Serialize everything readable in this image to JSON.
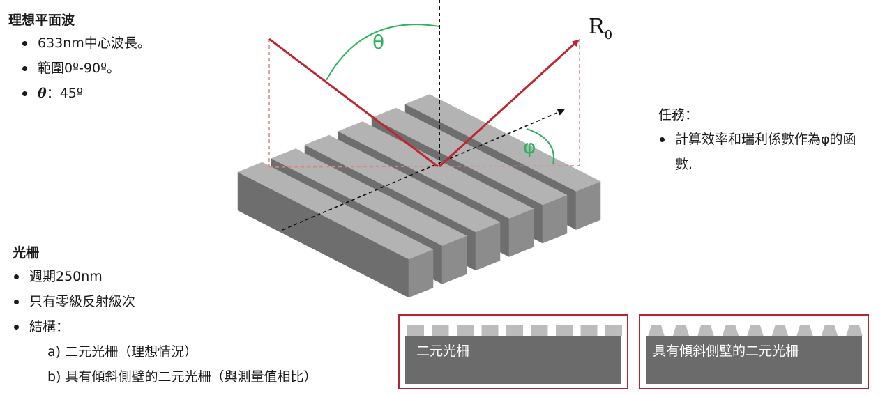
{
  "plane_wave": {
    "title": "理想平面波",
    "items": [
      "633nm中心波長。",
      "範圍0º-90º。"
    ],
    "theta_symbol": "θ",
    "theta_value": "：45º"
  },
  "task": {
    "title": "任務：",
    "items": [
      "計算效率和瑞利係數作為φ的函數."
    ]
  },
  "grating": {
    "title": "光柵",
    "items": [
      "週期250nm",
      "只有零級反射級次",
      "結構："
    ],
    "sub_items": [
      "a) 二元光柵（理想情況）",
      "b) 具有傾斜側壁的二元光柵（與測量值相比）"
    ]
  },
  "diagram": {
    "theta_label": "θ",
    "phi_label": "φ",
    "reflected_label": "R",
    "reflected_subscript": "0",
    "beam_color": "#c0262d",
    "angle_color": "#2db35b",
    "ridge_count": 6
  },
  "insets": [
    {
      "label": "二元光柵",
      "profile": "rectangular",
      "tooth_count": 9
    },
    {
      "label": "具有傾斜側壁的二元光柵",
      "profile": "trapezoidal",
      "tooth_count": 9
    }
  ],
  "colors": {
    "ridge_top": "#b3b3b3",
    "ridge_side": "#6e6e6e",
    "ridge_front": "#8c8c8c",
    "inset_border": "#b3262d",
    "substrate": "#6b6b6b",
    "tooth": "#bcbcbc"
  }
}
